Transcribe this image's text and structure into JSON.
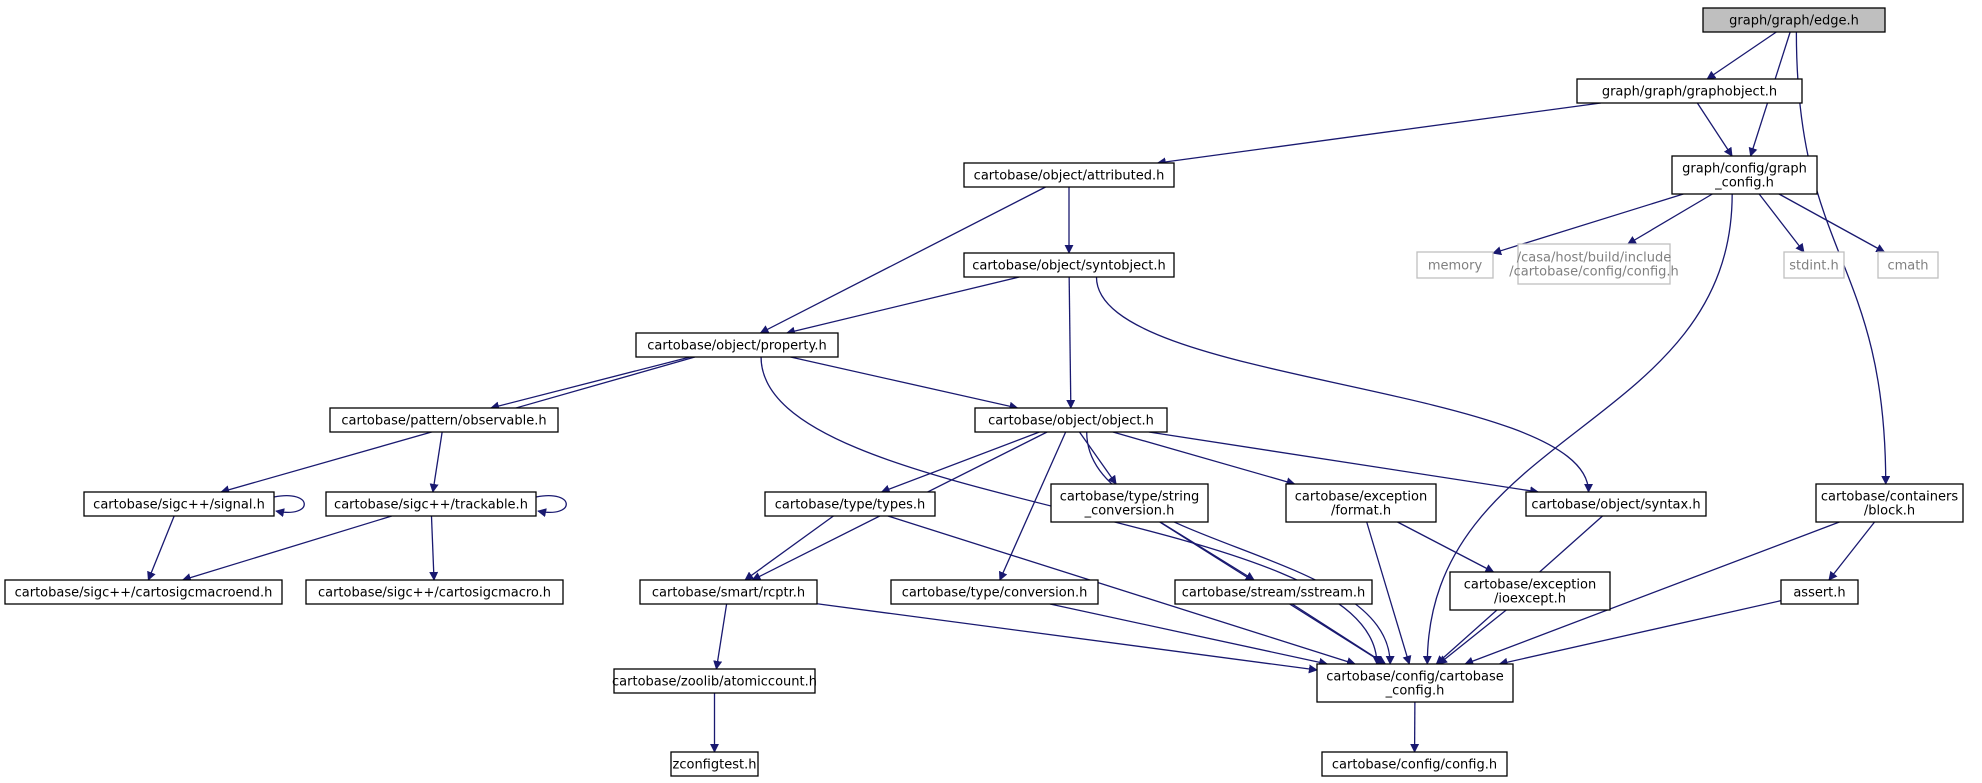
{
  "colors": {
    "edge": "#191970",
    "node_border": "#000000",
    "ghost_border": "#bfbfbf",
    "ghost_text": "#808080",
    "root_fill": "#bfbfbf",
    "text": "#000000"
  },
  "nodes": [
    {
      "id": "edge",
      "lines": [
        "graph/graph/edge.h"
      ],
      "style": "root"
    },
    {
      "id": "graphobject",
      "lines": [
        "graph/graph/graphobject.h"
      ],
      "style": "normal"
    },
    {
      "id": "graph_config",
      "lines": [
        "graph/config/graph",
        "_config.h"
      ],
      "style": "normal"
    },
    {
      "id": "attributed",
      "lines": [
        "cartobase/object/attributed.h"
      ],
      "style": "normal"
    },
    {
      "id": "memory",
      "lines": [
        "memory"
      ],
      "style": "ghost"
    },
    {
      "id": "casa_config",
      "lines": [
        "/casa/host/build/include",
        "/cartobase/config/config.h"
      ],
      "style": "ghost"
    },
    {
      "id": "stdint",
      "lines": [
        "stdint.h"
      ],
      "style": "ghost"
    },
    {
      "id": "cmath",
      "lines": [
        "cmath"
      ],
      "style": "ghost"
    },
    {
      "id": "syntobject",
      "lines": [
        "cartobase/object/syntobject.h"
      ],
      "style": "normal"
    },
    {
      "id": "property",
      "lines": [
        "cartobase/object/property.h"
      ],
      "style": "normal"
    },
    {
      "id": "observable",
      "lines": [
        "cartobase/pattern/observable.h"
      ],
      "style": "normal"
    },
    {
      "id": "object",
      "lines": [
        "cartobase/object/object.h"
      ],
      "style": "normal"
    },
    {
      "id": "signal",
      "lines": [
        "cartobase/sigc++/signal.h"
      ],
      "style": "normal"
    },
    {
      "id": "trackable",
      "lines": [
        "cartobase/sigc++/trackable.h"
      ],
      "style": "normal"
    },
    {
      "id": "types",
      "lines": [
        "cartobase/type/types.h"
      ],
      "style": "normal"
    },
    {
      "id": "string_conversion",
      "lines": [
        "cartobase/type/string",
        "_conversion.h"
      ],
      "style": "normal"
    },
    {
      "id": "format",
      "lines": [
        "cartobase/exception",
        "/format.h"
      ],
      "style": "normal"
    },
    {
      "id": "syntax",
      "lines": [
        "cartobase/object/syntax.h"
      ],
      "style": "normal"
    },
    {
      "id": "block",
      "lines": [
        "cartobase/containers",
        "/block.h"
      ],
      "style": "normal"
    },
    {
      "id": "cartosigcmacroend",
      "lines": [
        "cartobase/sigc++/cartosigcmacroend.h"
      ],
      "style": "normal"
    },
    {
      "id": "cartosigcmacro",
      "lines": [
        "cartobase/sigc++/cartosigcmacro.h"
      ],
      "style": "normal"
    },
    {
      "id": "rcptr",
      "lines": [
        "cartobase/smart/rcptr.h"
      ],
      "style": "normal"
    },
    {
      "id": "conversion",
      "lines": [
        "cartobase/type/conversion.h"
      ],
      "style": "normal"
    },
    {
      "id": "sstream",
      "lines": [
        "cartobase/stream/sstream.h"
      ],
      "style": "normal"
    },
    {
      "id": "ioexcept",
      "lines": [
        "cartobase/exception",
        "/ioexcept.h"
      ],
      "style": "normal"
    },
    {
      "id": "assert",
      "lines": [
        "assert.h"
      ],
      "style": "normal"
    },
    {
      "id": "cartobase_config",
      "lines": [
        "cartobase/config/cartobase",
        "_config.h"
      ],
      "style": "normal"
    },
    {
      "id": "atomiccount",
      "lines": [
        "cartobase/zoolib/atomiccount.h"
      ],
      "style": "normal"
    },
    {
      "id": "zconfigtest",
      "lines": [
        "zconfigtest.h"
      ],
      "style": "normal"
    },
    {
      "id": "config",
      "lines": [
        "cartobase/config/config.h"
      ],
      "style": "normal"
    }
  ],
  "edges": [
    [
      "edge",
      "graphobject"
    ],
    [
      "edge",
      "graph_config"
    ],
    [
      "edge",
      "block"
    ],
    [
      "graphobject",
      "attributed"
    ],
    [
      "graphobject",
      "graph_config"
    ],
    [
      "graph_config",
      "memory"
    ],
    [
      "graph_config",
      "casa_config"
    ],
    [
      "graph_config",
      "stdint"
    ],
    [
      "graph_config",
      "cmath"
    ],
    [
      "graph_config",
      "cartobase_config"
    ],
    [
      "attributed",
      "syntobject"
    ],
    [
      "attributed",
      "property"
    ],
    [
      "syntobject",
      "property"
    ],
    [
      "syntobject",
      "object"
    ],
    [
      "syntobject",
      "syntax"
    ],
    [
      "property",
      "signal"
    ],
    [
      "property",
      "observable"
    ],
    [
      "property",
      "object"
    ],
    [
      "property",
      "cartobase_config"
    ],
    [
      "observable",
      "trackable"
    ],
    [
      "signal",
      "signal"
    ],
    [
      "signal",
      "cartosigcmacroend"
    ],
    [
      "trackable",
      "trackable"
    ],
    [
      "trackable",
      "cartosigcmacroend"
    ],
    [
      "trackable",
      "cartosigcmacro"
    ],
    [
      "object",
      "types"
    ],
    [
      "object",
      "string_conversion"
    ],
    [
      "object",
      "format"
    ],
    [
      "object",
      "syntax"
    ],
    [
      "object",
      "rcptr"
    ],
    [
      "object",
      "conversion"
    ],
    [
      "object",
      "cartobase_config"
    ],
    [
      "types",
      "rcptr"
    ],
    [
      "types",
      "cartobase_config"
    ],
    [
      "string_conversion",
      "sstream"
    ],
    [
      "string_conversion",
      "cartobase_config"
    ],
    [
      "format",
      "ioexcept"
    ],
    [
      "format",
      "cartobase_config"
    ],
    [
      "syntax",
      "cartobase_config"
    ],
    [
      "block",
      "assert"
    ],
    [
      "block",
      "cartobase_config"
    ],
    [
      "rcptr",
      "atomiccount"
    ],
    [
      "rcptr",
      "cartobase_config"
    ],
    [
      "conversion",
      "cartobase_config"
    ],
    [
      "sstream",
      "cartobase_config"
    ],
    [
      "ioexcept",
      "cartobase_config"
    ],
    [
      "assert",
      "cartobase_config"
    ],
    [
      "atomiccount",
      "zconfigtest"
    ],
    [
      "cartobase_config",
      "config"
    ]
  ]
}
